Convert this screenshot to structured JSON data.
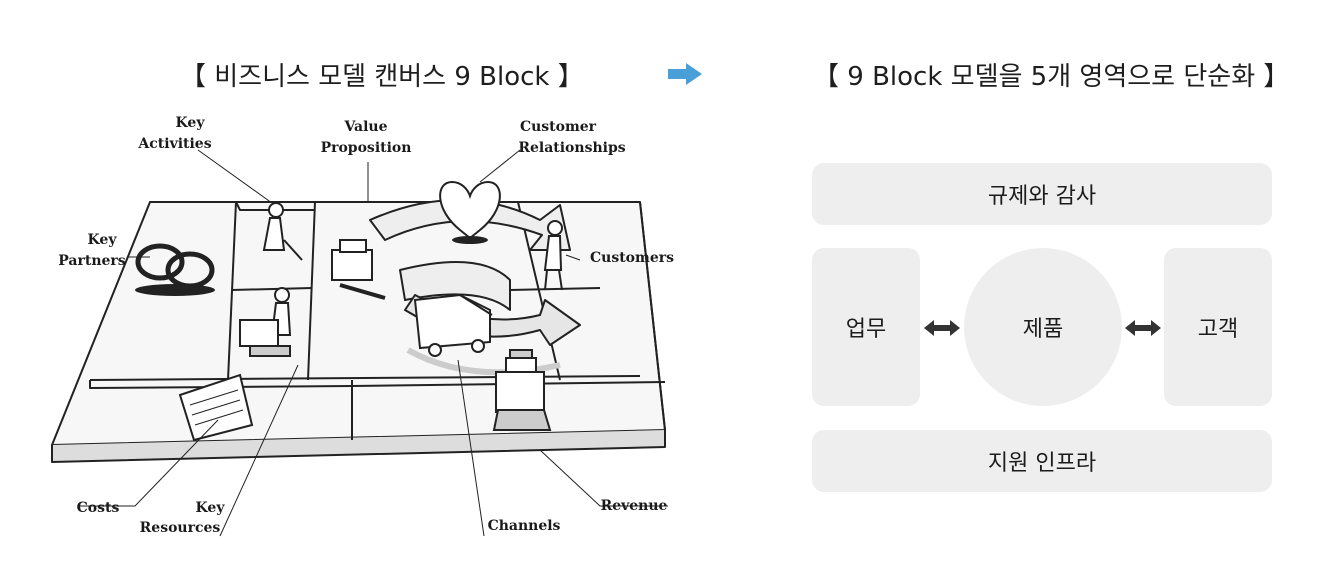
{
  "left_title": "【 비즈니스 모델 캔버스 9 Block 】",
  "right_title": "【 9 Block 모델을 5개 영역으로 단순화 】",
  "arrow_icon": "right-arrow-icon",
  "accent_color": "#4a9fd8",
  "canvas_labels": {
    "key_activities": [
      "Key",
      "Activities"
    ],
    "value_proposition": [
      "Value",
      "Proposition"
    ],
    "customer_relationships": [
      "Customer",
      "Relationships"
    ],
    "key_partners": [
      "Key",
      "Partners"
    ],
    "customers": "Customers",
    "costs": "Costs",
    "key_resources": [
      "Key",
      "Resources"
    ],
    "channels": "Channels",
    "revenue": "Revenue"
  },
  "simplified": {
    "top": "규제와 감사",
    "left": "업무",
    "center": "제품",
    "right": "고객",
    "bottom": "지원 인프라"
  }
}
